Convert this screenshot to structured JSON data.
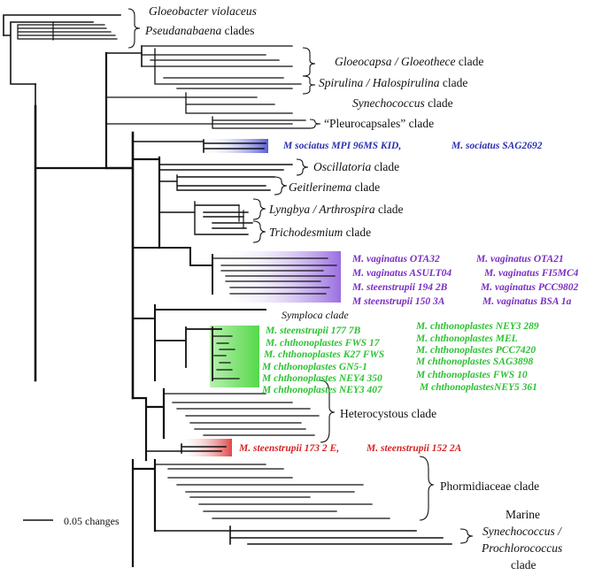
{
  "clades": {
    "gloeobacter": "Gloeobacter violaceus",
    "pseudanabaena_name": "Pseudanabaena",
    "pseudanabaena_suffix": " clades",
    "gloeocapsa": "Gloeocapsa / Gloeothece",
    "gloeocapsa_suffix": " clade",
    "spirulina": "Spirulina / Halospirulina",
    "spirulina_suffix": " clade",
    "synechococcus": "Synechococcus",
    "synechococcus_suffix": " clade",
    "pleurocapsales": "“Pleurocapsales” clade",
    "oscillatoria": "Oscillatoria",
    "oscillatoria_suffix": " clade",
    "geitlerinema": "Geitlerinema",
    "geitlerinema_suffix": " clade",
    "lyngbya": "Lyngbya / Arthrospira",
    "lyngbya_suffix": " clade",
    "trichodesmium": "Trichodesmium",
    "trichodesmium_suffix": " clade",
    "symploca": "Symploca clade",
    "heterocystous": "Heterocystous clade",
    "phormidiaceae": "Phormidiaceae clade",
    "marine_1": "Marine",
    "marine_2": "Synechococcus /",
    "marine_3": "Prochlorococcus",
    "marine_4": "clade"
  },
  "sociatus": {
    "a": "M sociatus MPI 96MS KID,",
    "b": "M. sociatus SAG2692"
  },
  "vaginatus": {
    "l1": "M. vaginatus OTA32",
    "l2": "M. vaginatus ASULT04",
    "l3": "M. steenstrupii 194 2B",
    "l4": "M steenstrupii 150 3A",
    "r1": "M. vaginatus OTA21",
    "r2": "M. vaginatus FI5MC4",
    "r3": "M. vaginatus PCC9802",
    "r4": "M. vaginatus BSA 1a"
  },
  "chthonoplastes": {
    "l1": "M. steenstrupii 177 7B",
    "l2": "M. chthonoplastes FWS 17",
    "l3": "M. chthonoplastes K27 FWS",
    "l4": "M chthonoplastes GN5-1",
    "l5": "M chthonoplastes NEY4 350",
    "l6": "M chthonoplastes NEY3 407",
    "r1": "M. chthonoplastes NEY3 289",
    "r2": "M. chthonoplastes MEL",
    "r3": "M. chthonoplastes PCC7420",
    "r4": "M chthonoplastes SAG3898",
    "r5": "M chthonoplastes FWS 10",
    "r6": "M chthonoplastesNEY5 361"
  },
  "steenstrupii": {
    "a": "M. steenstrupii 173 2 E,",
    "b": "M. steenstrupii 152 2A"
  },
  "scale": {
    "label": "0.05 changes"
  },
  "colors": {
    "blue": "#2b2fb0",
    "purple": "#7a2fc2",
    "green": "#2ec235",
    "red": "#d62424"
  }
}
